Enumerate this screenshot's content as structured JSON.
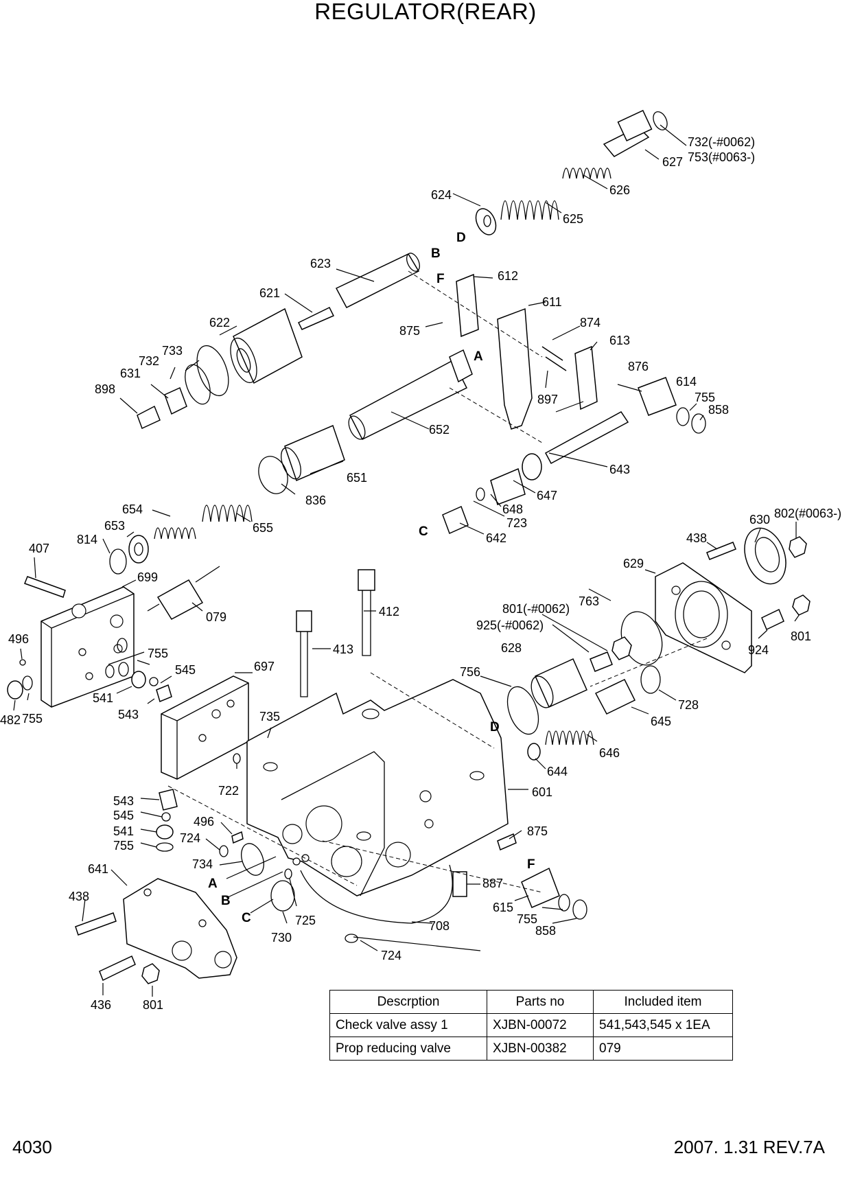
{
  "title": "REGULATOR(REAR)",
  "page_number": "4030",
  "revision": "2007. 1.31  REV.7A",
  "table": {
    "headers": [
      "Descrption",
      "Parts no",
      "Included item"
    ],
    "rows": [
      [
        "Check valve assy 1",
        "XJBN-00072",
        "541,543,545 x 1EA"
      ],
      [
        "Prop reducing valve",
        "XJBN-00382",
        "079"
      ]
    ]
  },
  "callouts": [
    "732(-#0062)",
    "753(#0063-)",
    "627",
    "626",
    "624",
    "625",
    "623",
    "621",
    "612",
    "611",
    "875",
    "874",
    "613",
    "622",
    "733",
    "732",
    "631",
    "898",
    "876",
    "614",
    "755",
    "858",
    "897",
    "652",
    "643",
    "651",
    "836",
    "647",
    "648",
    "723",
    "654",
    "655",
    "653",
    "814",
    "642",
    "630",
    "802(#0063-)",
    "438",
    "629",
    "407",
    "699",
    "079",
    "412",
    "496",
    "755",
    "545",
    "541",
    "543",
    "482",
    "755",
    "413",
    "697",
    "801(-#0062)",
    "763",
    "925(-#0062)",
    "628",
    "924",
    "801",
    "756",
    "728",
    "645",
    "735",
    "646",
    "722",
    "644",
    "601",
    "543",
    "545",
    "541",
    "755",
    "496",
    "724",
    "734",
    "875",
    "641",
    "887",
    "615",
    "438",
    "725",
    "730",
    "708",
    "755",
    "858",
    "724",
    "436",
    "801"
  ],
  "letters": [
    "B",
    "D",
    "F",
    "A",
    "C",
    "D",
    "A",
    "B",
    "C",
    "F"
  ]
}
